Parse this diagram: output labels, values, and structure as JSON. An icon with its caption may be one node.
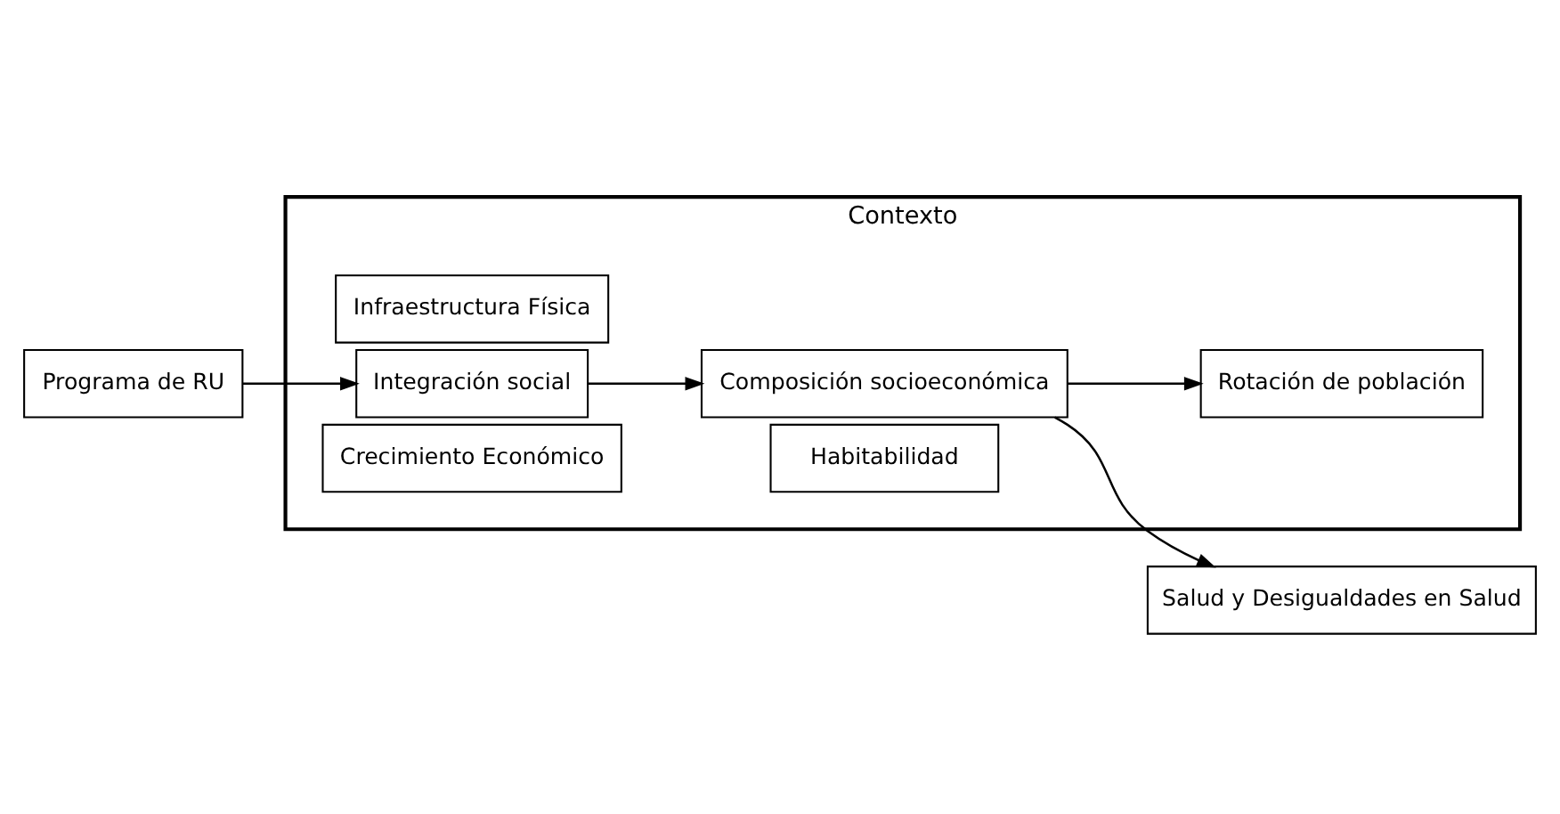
{
  "diagram": {
    "nodes": [
      {
        "text": [
          "Contexto"
        ]
      },
      {
        "text": [
          "Programa de RU"
        ]
      },
      {
        "text": [
          "Infraestructura Física"
        ],
        "in": 0
      },
      {
        "text": [
          "Integración social"
        ],
        "in": 0
      },
      {
        "text": [
          "Crecimiento Económico"
        ],
        "in": 0
      },
      {
        "text": [
          "Habitabilidad"
        ],
        "in": 0
      },
      {
        "text": [
          "Composición socioeconómica"
        ],
        "in": 0
      },
      {
        "text": [
          "Salud y Desigualdades en Salud"
        ]
      },
      {
        "text": [
          "Rotación de población"
        ],
        "in": 0
      }
    ],
    "edges": [
      {
        "from": 1,
        "to": 3,
        "arrow": "to"
      },
      {
        "from": 3,
        "to": 6,
        "arrow": "to"
      },
      {
        "from": 6,
        "to": 7,
        "arrow": "to"
      },
      {
        "from": 6,
        "to": 8,
        "arrow": "to"
      }
    ]
  }
}
